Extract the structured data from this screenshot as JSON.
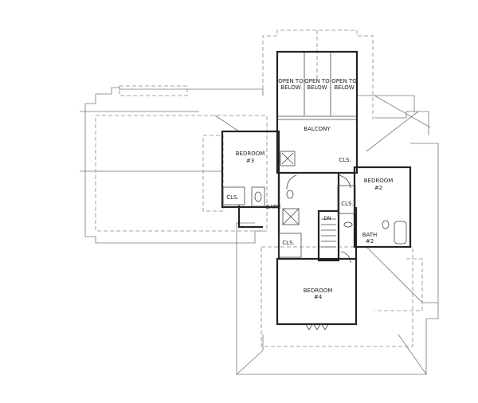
{
  "rooms": {
    "open1": {
      "line1": "OPEN TO",
      "line2": "BELOW"
    },
    "open2": {
      "line1": "OPEN TO",
      "line2": "BELOW"
    },
    "open3": {
      "line1": "OPEN TO",
      "line2": "BELOW"
    },
    "balcony": "BALCONY",
    "bedroom3": {
      "name": "BEDROOM",
      "num": "#3"
    },
    "bedroom2": {
      "name": "BEDROOM",
      "num": "#2"
    },
    "bedroom4": {
      "name": "BEDROOM",
      "num": "#4"
    },
    "cls_bed3": "CLS.",
    "cls_balcony": "CLS.",
    "cls_bed2": "CLS.",
    "cls_bed4": "CLS.",
    "bath": "BATH",
    "bath2": {
      "name": "BATH",
      "num": "#2"
    },
    "stair": "DN"
  }
}
